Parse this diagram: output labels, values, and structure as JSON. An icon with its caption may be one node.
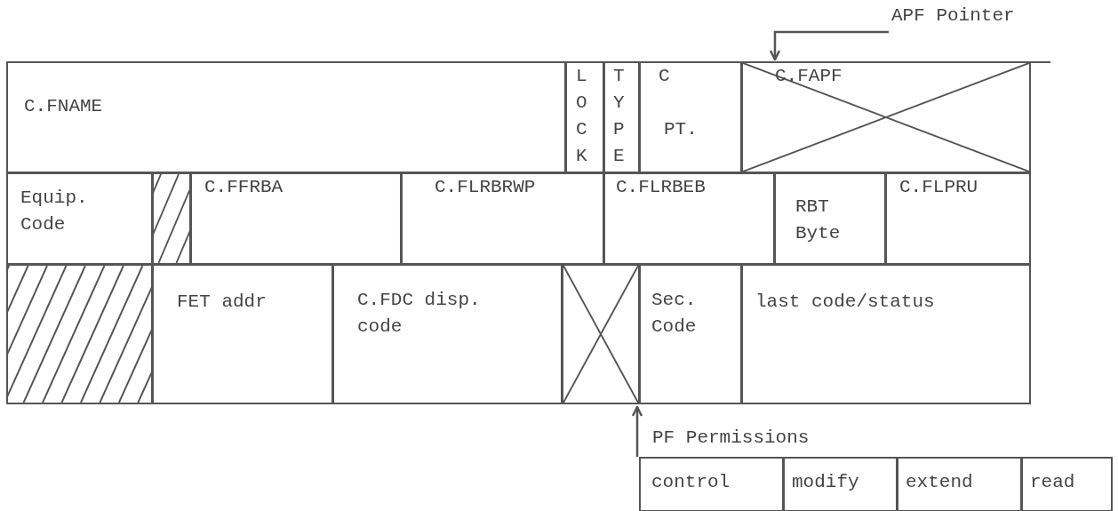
{
  "diagram": {
    "nodes": [
      {
        "text": [
          "C.FNAME"
        ]
      },
      {
        "text": [
          "LOCK"
        ]
      },
      {
        "text": [
          "TYPE"
        ]
      },
      {
        "text": [
          "C",
          "PT."
        ]
      },
      {
        "text": [
          "C.FAPF"
        ]
      },
      {
        "text": [
          "Equip. Code"
        ]
      },
      {
        "text": [],
        "shape": "box"
      },
      {
        "text": [
          "C.FFRBA"
        ]
      },
      {
        "text": [
          "C.FLRBRWP"
        ]
      },
      {
        "text": [
          "C.FLRBEB"
        ]
      },
      {
        "text": [
          "RBT Byte"
        ]
      },
      {
        "text": [
          "C.FLPRU"
        ]
      },
      {
        "text": [],
        "shape": "box"
      },
      {
        "text": [
          "FET addr"
        ]
      },
      {
        "text": [
          "C.FDC disp. code"
        ]
      },
      {
        "text": [],
        "shape": "box"
      },
      {
        "text": [
          "Sec. Code"
        ]
      },
      {
        "text": [
          "last code/status"
        ]
      },
      {
        "text": [
          "APF Pointer"
        ]
      },
      {
        "text": [
          "PF Permissions"
        ]
      },
      {
        "text": [
          "control"
        ],
        "in": 19
      },
      {
        "text": [
          "modify"
        ],
        "in": 19
      },
      {
        "text": [
          "extend"
        ],
        "in": 19
      },
      {
        "text": [
          "read"
        ],
        "in": 19
      }
    ],
    "edges": [
      {
        "from": 18,
        "to": 4,
        "arrow": "to"
      },
      {
        "from": 19,
        "to": 15,
        "arrow": "to"
      }
    ]
  }
}
